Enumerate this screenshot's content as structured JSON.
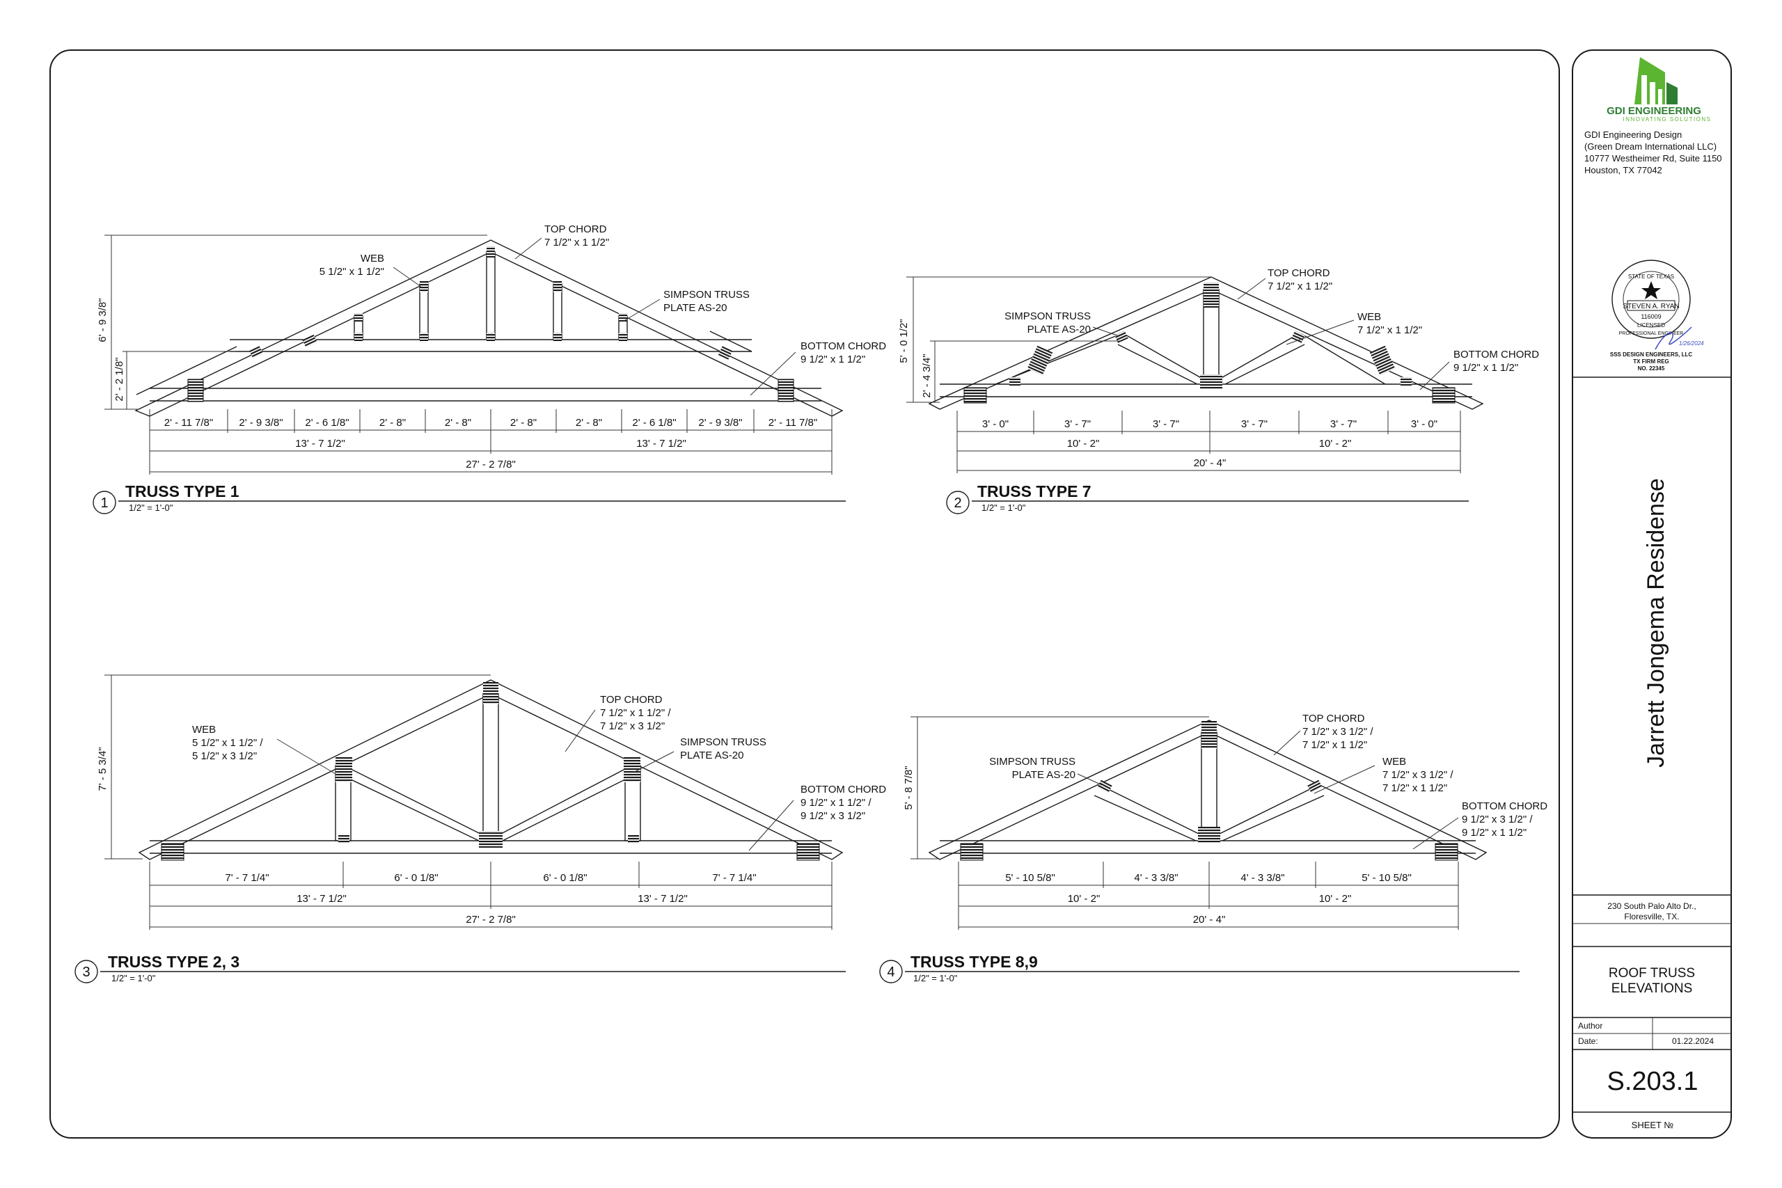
{
  "titleblock": {
    "company": "GDI ENGINEERING",
    "tagline": "INNOVATING SOLUTIONS",
    "address_lines": [
      "GDI Engineering Design",
      "(Green Dream International LLC)",
      "10777 Westheimer Rd, Suite 1150",
      "Houston, TX 77042"
    ],
    "seal": {
      "state": "STATE OF TEXAS",
      "name": "STEVEN A. RYAN",
      "number": "116009",
      "licensed": "LICENSED",
      "professional": "PROFESSIONAL ENGINEER",
      "sig_date": "1/26/2024"
    },
    "firm_lines": [
      "SSS DESIGN ENGINEERS, LLC",
      "TX FIRM REG",
      "NO. 22345"
    ],
    "project": "Jarrett Jongema Residense",
    "site_address": [
      "230 South Palo Alto Dr.,",
      "Floresville, TX."
    ],
    "sheet_title": [
      "ROOF TRUSS",
      "ELEVATIONS"
    ],
    "author_label": "Author",
    "date_label": "Date:",
    "date_value": "01.22.2024",
    "sheet_number": "S.203.1",
    "sheet_label": "SHEET №"
  },
  "views": [
    {
      "number": "1",
      "title": "TRUSS TYPE 1",
      "scale": "1/2\" = 1'-0\"",
      "labels": {
        "top_chord": [
          "TOP CHORD",
          "7 1/2\" x 1 1/2\""
        ],
        "web": [
          "WEB",
          "5 1/2\" x 1 1/2\""
        ],
        "plate": [
          "SIMPSON TRUSS",
          "PLATE AS-20"
        ],
        "bottom_chord": [
          "BOTTOM CHORD",
          "9 1/2\" x 1 1/2\""
        ]
      },
      "vdims": [
        "6' - 9 3/8\"",
        "2' - 2 1/8\""
      ],
      "dims_row1": [
        "2' - 11 7/8\"",
        "2' - 9 3/8\"",
        "2' - 6 1/8\"",
        "2' - 8\"",
        "2' - 8\"",
        "2' - 8\"",
        "2' - 8\"",
        "2' - 6 1/8\"",
        "2' - 9 3/8\"",
        "2' - 11 7/8\""
      ],
      "dims_row2": [
        "13' - 7 1/2\"",
        "13' - 7 1/2\""
      ],
      "dims_total": "27' - 2 7/8\""
    },
    {
      "number": "2",
      "title": "TRUSS TYPE 7",
      "scale": "1/2\" = 1'-0\"",
      "labels": {
        "top_chord": [
          "TOP CHORD",
          "7 1/2\" x 1 1/2\""
        ],
        "plate": [
          "SIMPSON TRUSS",
          "PLATE AS-20"
        ],
        "web": [
          "WEB",
          "7 1/2\" x 1 1/2\""
        ],
        "bottom_chord": [
          "BOTTOM CHORD",
          "9 1/2\" x 1 1/2\""
        ]
      },
      "vdims": [
        "5' - 0 1/2\"",
        "2' - 4 3/4\""
      ],
      "dims_row1": [
        "3' - 0\"",
        "3' - 7\"",
        "3' - 7\"",
        "3' - 7\"",
        "3' - 7\"",
        "3' - 0\""
      ],
      "dims_row2": [
        "10' - 2\"",
        "10' - 2\""
      ],
      "dims_total": "20' - 4\""
    },
    {
      "number": "3",
      "title": "TRUSS TYPE 2, 3",
      "scale": "1/2\" = 1'-0\"",
      "labels": {
        "top_chord": [
          "TOP CHORD",
          "7 1/2\" x 1 1/2\" /",
          "7 1/2\" x 3 1/2\""
        ],
        "web": [
          "WEB",
          "5 1/2\" x 1 1/2\" /",
          "5 1/2\" x 3 1/2\""
        ],
        "plate": [
          "SIMPSON TRUSS",
          "PLATE AS-20"
        ],
        "bottom_chord": [
          "BOTTOM CHORD",
          "9 1/2\" x 1 1/2\" /",
          "9 1/2\" x 3 1/2\""
        ]
      },
      "vdims": [
        "7' - 5 3/4\""
      ],
      "dims_row1": [
        "7' - 7 1/4\"",
        "6' - 0 1/8\"",
        "6' - 0 1/8\"",
        "7' - 7 1/4\""
      ],
      "dims_row2": [
        "13' - 7 1/2\"",
        "13' - 7 1/2\""
      ],
      "dims_total": "27' - 2 7/8\""
    },
    {
      "number": "4",
      "title": "TRUSS TYPE 8,9",
      "scale": "1/2\" = 1'-0\"",
      "labels": {
        "top_chord": [
          "TOP CHORD",
          "7 1/2\" x 3 1/2\" /",
          "7 1/2\" x 1 1/2\""
        ],
        "plate": [
          "SIMPSON TRUSS",
          "PLATE AS-20"
        ],
        "web": [
          "WEB",
          "7 1/2\" x 3 1/2\" /",
          "7 1/2\" x 1 1/2\""
        ],
        "bottom_chord": [
          "BOTTOM CHORD",
          "9 1/2\" x 3 1/2\" /",
          "9 1/2\" x 1 1/2\""
        ]
      },
      "vdims": [
        "5' - 8 7/8\""
      ],
      "dims_row1": [
        "5' - 10 5/8\"",
        "4' - 3 3/8\"",
        "4' - 3 3/8\"",
        "5' - 10 5/8\""
      ],
      "dims_row2": [
        "10' - 2\"",
        "10' - 2\""
      ],
      "dims_total": "20' - 4\""
    }
  ],
  "colors": {
    "logo_green": "#5cb531",
    "logo_dark": "#2e7d32",
    "signature_blue": "#3b4bbf"
  }
}
